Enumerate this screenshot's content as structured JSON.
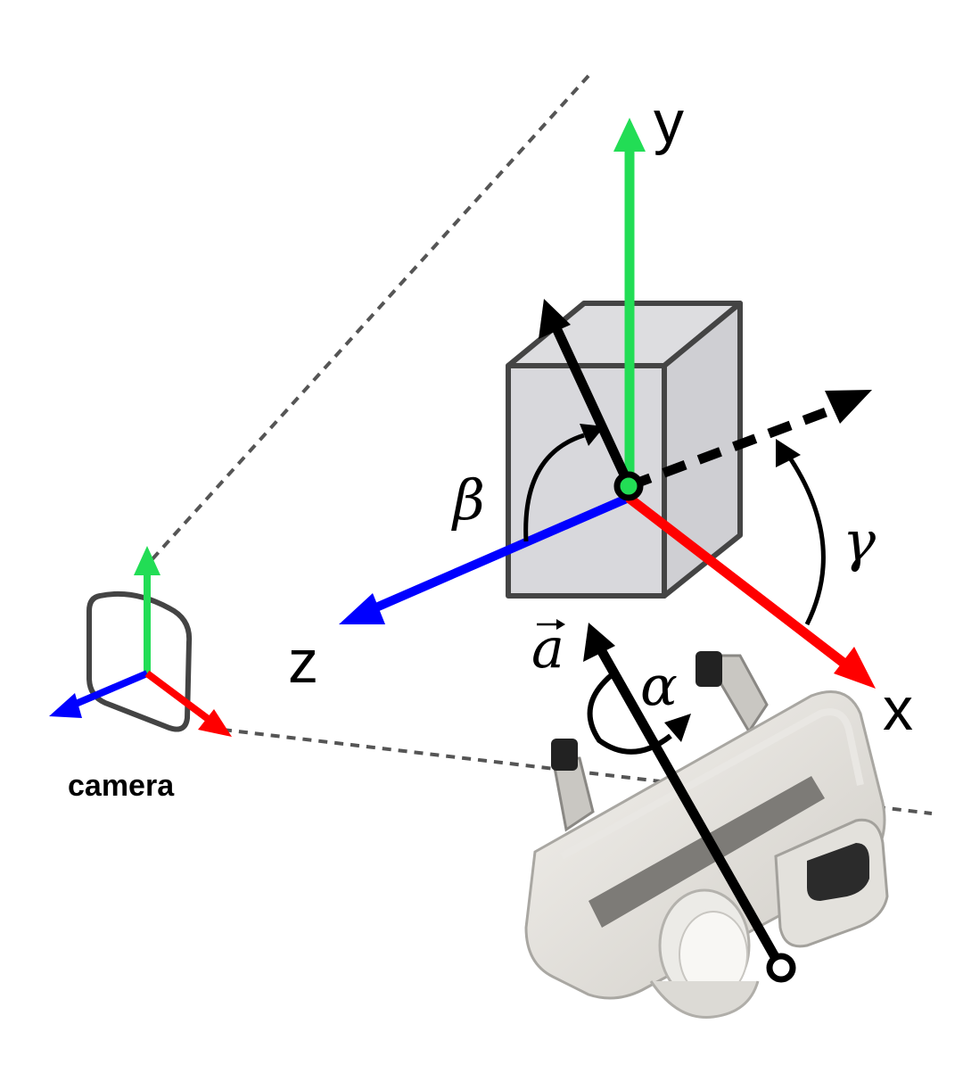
{
  "labels": {
    "y_axis": "y",
    "x_axis": "x",
    "z_axis": "z",
    "vector": "a",
    "alpha": "α",
    "beta": "β",
    "gamma": "γ",
    "camera": "camera"
  },
  "colors": {
    "x_axis": "#ff0000",
    "y_axis": "#22dd55",
    "z_axis": "#0000ff",
    "box_fill": "#d8d8d8",
    "box_stroke": "#444444",
    "arrow": "#000000",
    "dotted_line": "#555555"
  },
  "icons": {
    "device": "handheld-scanner-image",
    "camera": "camera-frame-icon"
  }
}
